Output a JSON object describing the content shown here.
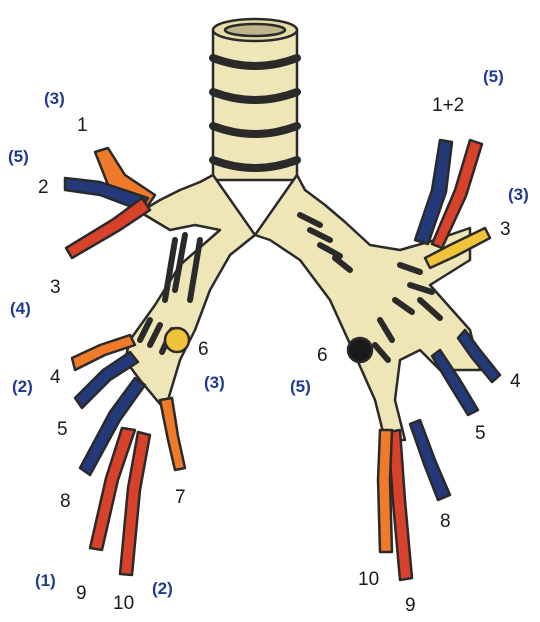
{
  "colors": {
    "background": "#ffffff",
    "bronchus_fill": "#efe6b8",
    "outline": "#2a2a2a",
    "segment_red": "#d8412a",
    "segment_orange": "#ee7a2a",
    "segment_blue": "#24397a",
    "segment_yellow": "#f0c43a",
    "number_text": "#1a1a1a",
    "count_text": "#1f3a8f"
  },
  "left_lung": {
    "segments": [
      {
        "number": "1",
        "count": "(3)"
      },
      {
        "number": "2",
        "count": "(5)"
      },
      {
        "number": "3",
        "count": "(4)"
      },
      {
        "number": "4",
        "count": "(2)"
      },
      {
        "number": "5",
        "count": ""
      },
      {
        "number": "6",
        "count": "(3)"
      },
      {
        "number": "7",
        "count": ""
      },
      {
        "number": "8",
        "count": ""
      },
      {
        "number": "9",
        "count": "(1)"
      },
      {
        "number": "10",
        "count": "(2)"
      }
    ]
  },
  "right_lung": {
    "segments": [
      {
        "number": "1+2",
        "count": "(5)"
      },
      {
        "number": "3",
        "count": "(3)"
      },
      {
        "number": "4",
        "count": ""
      },
      {
        "number": "5",
        "count": ""
      },
      {
        "number": "6",
        "count": "(5)"
      },
      {
        "number": "8",
        "count": ""
      },
      {
        "number": "9",
        "count": ""
      },
      {
        "number": "10",
        "count": ""
      }
    ]
  }
}
